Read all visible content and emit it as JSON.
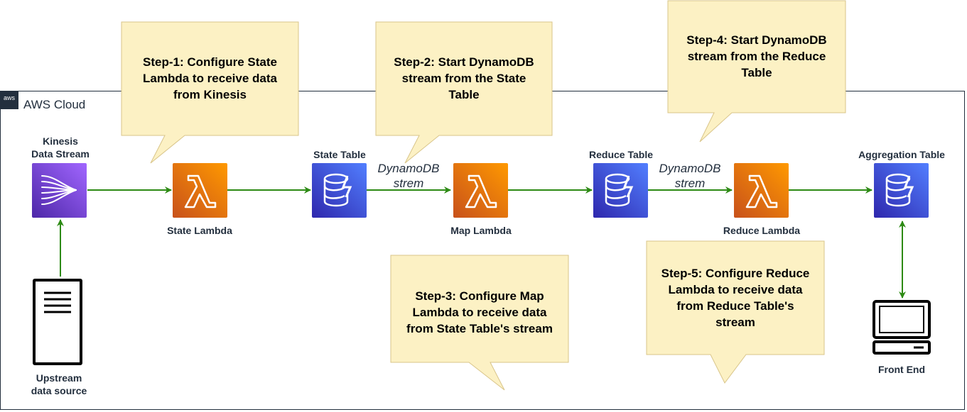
{
  "cloud": {
    "badge": "aws",
    "title": "AWS Cloud"
  },
  "nodes": {
    "kinesis": [
      "Kinesis",
      "Data Stream"
    ],
    "state_lambda": "State Lambda",
    "state_table": "State Table",
    "map_lambda": "Map Lambda",
    "reduce_table": "Reduce Table",
    "reduce_lambda": "Reduce Lambda",
    "aggregation_table": "Aggregation Table",
    "upstream": [
      "Upstream",
      "data source"
    ],
    "front_end": "Front End"
  },
  "edge_labels": {
    "stream_1": [
      "DynamoDB",
      "strem"
    ],
    "stream_2": [
      "DynamoDB",
      "strem"
    ]
  },
  "notes": {
    "step1": [
      "Step-1: Configure State",
      "Lambda to receive data",
      "from Kinesis"
    ],
    "step2": [
      "Step-2: Start DynamoDB",
      "stream from the State",
      "Table"
    ],
    "step3": [
      "Step-3: Configure Map",
      "Lambda to receive data",
      "from State Table's stream"
    ],
    "step4": [
      "Step-4: Start DynamoDB",
      "stream from the Reduce",
      "Table"
    ],
    "step5": [
      "Step-5: Configure Reduce",
      "Lambda to receive data",
      "from Reduce Table's",
      "stream"
    ]
  },
  "colors": {
    "arrow": "#2d8a14",
    "note_fill": "#fcf1c4",
    "note_stroke": "#d9c58a",
    "ink": "#232f3e"
  },
  "icons": {
    "kinesis": "kinesis-data-stream-icon",
    "lambda": "lambda-icon",
    "dynamodb": "dynamodb-table-icon",
    "server": "server-icon",
    "monitor": "desktop-monitor-icon"
  }
}
